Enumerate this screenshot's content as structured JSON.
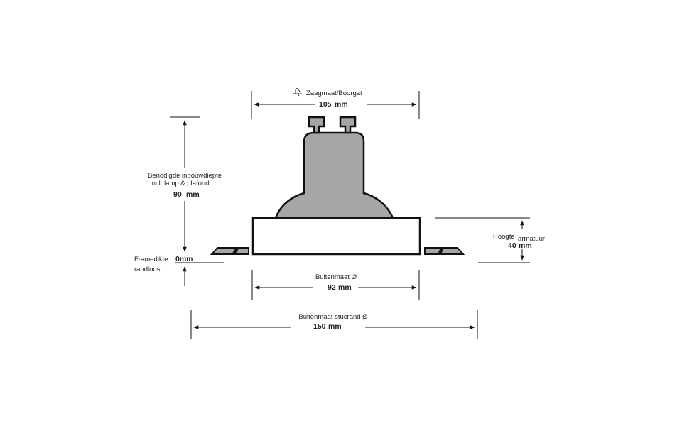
{
  "saw_size": {
    "label": "Zaagmaat/Boorgat",
    "value": "105",
    "unit": "mm",
    "icon": "saw-icon"
  },
  "depth": {
    "label_line1": "Benodigde inbouwdiepte",
    "label_line2": "incl. lamp & plafond",
    "value": "90",
    "unit": "mm"
  },
  "frame": {
    "label": "Framedikte",
    "value": "0mm",
    "note": "randloos"
  },
  "height": {
    "label1": "Hoogte",
    "label2": "armatuur",
    "value": "40",
    "unit": "mm"
  },
  "outer": {
    "label": "Buitenmaat Ø",
    "value": "92",
    "unit": "mm"
  },
  "outer_plaster": {
    "label": "Buitenmaat stucrand Ø",
    "value": "150",
    "unit": "mm"
  },
  "colors": {
    "lamp_fill": "#a6a6a6",
    "line": "#111111",
    "background": "#ffffff"
  }
}
